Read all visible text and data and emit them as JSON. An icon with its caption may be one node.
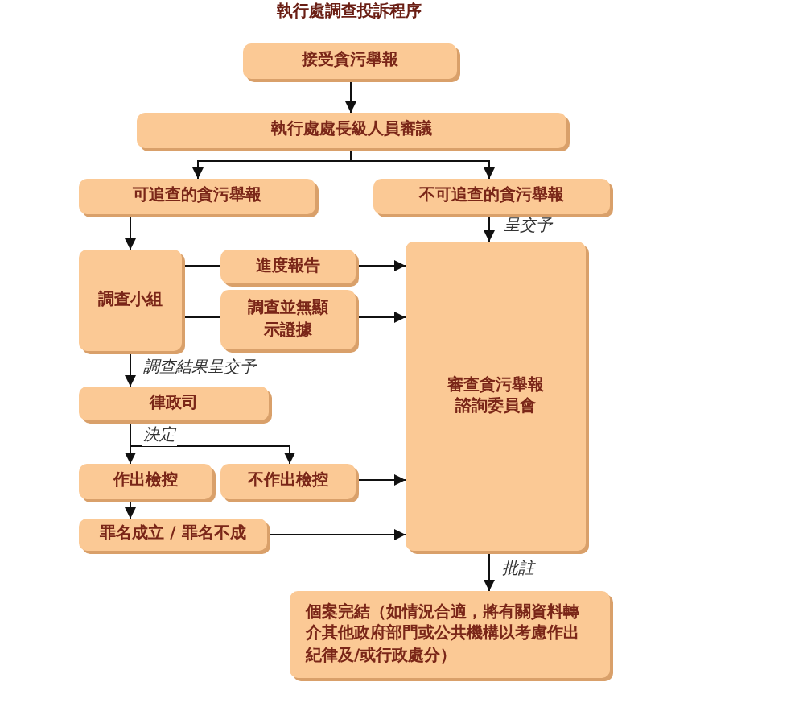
{
  "diagram": {
    "title": "執行處調查投訴程序",
    "nodes": [
      {
        "text": [
          "接受貪污舉報"
        ]
      },
      {
        "text": [
          "執行處處長級人員審議"
        ]
      },
      {
        "text": [
          "可追查的貪污舉報"
        ]
      },
      {
        "text": [
          "不可追查的貪污舉報"
        ]
      },
      {
        "text": [
          "調查小組"
        ]
      },
      {
        "text": [
          "進度報告"
        ]
      },
      {
        "text": [
          "調查並無顯示證據"
        ]
      },
      {
        "text": [
          "審查貪污舉報諮詢委員會"
        ]
      },
      {
        "text": [
          "律政司"
        ]
      },
      {
        "text": [
          "作出檢控"
        ]
      },
      {
        "text": [
          "不作出檢控"
        ]
      },
      {
        "text": [
          "罪名成立 / 罪名不成"
        ]
      },
      {
        "text": [
          "個案完結（如情況合適，將有關資料轉介其他政府部門或公共機構以考慮作出紀律及/或行政處分）"
        ]
      }
    ],
    "edges": [
      {
        "from": 0,
        "to": 1,
        "arrow": "to"
      },
      {
        "from": 1,
        "to": 2,
        "arrow": "to"
      },
      {
        "from": 1,
        "to": 3,
        "arrow": "to"
      },
      {
        "from": 3,
        "to": 7,
        "arrow": "to",
        "label": "呈交予"
      },
      {
        "from": 2,
        "to": 4,
        "arrow": "to"
      },
      {
        "from": 4,
        "to": 5,
        "arrow": "none"
      },
      {
        "from": 5,
        "to": 7,
        "arrow": "to"
      },
      {
        "from": 4,
        "to": 6,
        "arrow": "none"
      },
      {
        "from": 6,
        "to": 7,
        "arrow": "to"
      },
      {
        "from": 4,
        "to": 8,
        "arrow": "to",
        "label": "調查結果呈交予"
      },
      {
        "from": 8,
        "to": 9,
        "arrow": "to",
        "label": "決定"
      },
      {
        "from": 8,
        "to": 10,
        "arrow": "to"
      },
      {
        "from": 9,
        "to": 11,
        "arrow": "to"
      },
      {
        "from": 10,
        "to": 7,
        "arrow": "to"
      },
      {
        "from": 11,
        "to": 7,
        "arrow": "to"
      },
      {
        "from": 7,
        "to": 12,
        "arrow": "to",
        "label": "批註"
      }
    ]
  }
}
